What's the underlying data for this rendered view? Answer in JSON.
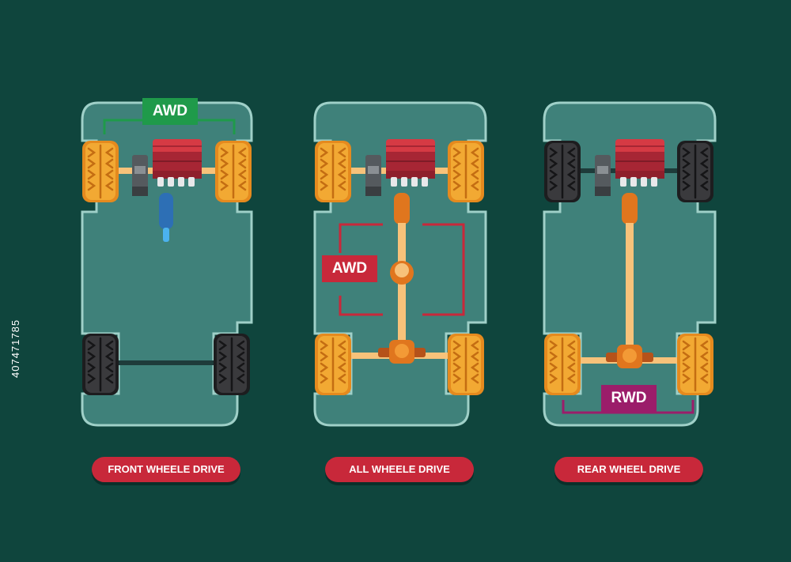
{
  "diagrams": [
    {
      "label": "FRONT WHEELE DRIVE",
      "badge": "AWD",
      "badge_color": "#1f9a4a"
    },
    {
      "label": "ALL WHEELE DRIVE",
      "badge": "AWD",
      "badge_color": "#c8283a"
    },
    {
      "label": "REAR WHEEL DRIVE",
      "badge": "RWD",
      "badge_color": "#9b1d6a"
    }
  ],
  "stock_id": "407471785",
  "colors": {
    "background": "#0f453d",
    "chassis_fill": "#3f817a",
    "chassis_stroke": "#9fd0c8",
    "drive_wheel": "#f0a52c",
    "idle_wheel": "#2e2e30",
    "engine": "#c0323f",
    "driveshaft": "#f7c27a"
  },
  "icons": [
    "tire-icon",
    "engine-icon",
    "driveshaft-icon",
    "differential-icon"
  ]
}
